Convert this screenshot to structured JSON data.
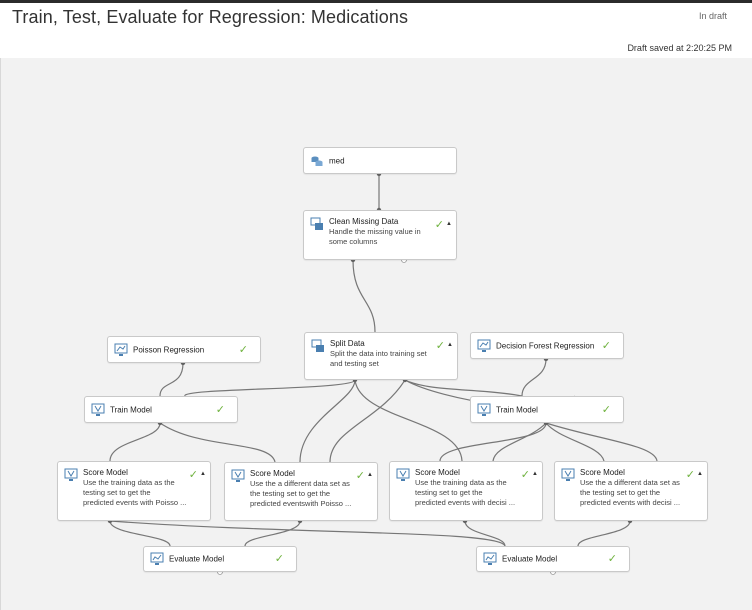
{
  "header": {
    "title": "Train, Test, Evaluate for Regression: Medications",
    "status": "In draft",
    "saved": "Draft saved at 2:20:25 PM"
  },
  "colors": {
    "check": "#6fb23e",
    "wire": "#777777",
    "accent": "#4a8fc9"
  },
  "modules": {
    "med": {
      "name": "med",
      "icon": "dataset-icon"
    },
    "clean": {
      "name": "Clean Missing Data",
      "desc": "Handle the missing value in\nsome columns",
      "icon": "clean-data-icon"
    },
    "poisson": {
      "name": "Poisson Regression",
      "icon": "model-icon"
    },
    "split": {
      "name": "Split Data",
      "desc": "Split the data into training set\nand testing set",
      "icon": "split-icon"
    },
    "forest": {
      "name": "Decision Forest Regression",
      "icon": "model-icon"
    },
    "train1": {
      "name": "Train Model",
      "icon": "train-icon"
    },
    "train2": {
      "name": "Train Model",
      "icon": "train-icon"
    },
    "score1": {
      "name": "Score Model",
      "desc": "Use the training data as the\ntesting set to get the\npredicted events with Poisso ...",
      "icon": "score-icon"
    },
    "score2": {
      "name": "Score Model",
      "desc": "Use the a different data set as\nthe testing set to get the\npredicted eventswith Poisso ...",
      "icon": "score-icon"
    },
    "score3": {
      "name": "Score Model",
      "desc": "Use the training data as the\ntesting set to get the\npredicted events with decisi ...",
      "icon": "score-icon"
    },
    "score4": {
      "name": "Score Model",
      "desc": "Use the a different data set as\nthe testing set to get the\npredicted events with decisi ...",
      "icon": "score-icon"
    },
    "eval1": {
      "name": "Evaluate Model",
      "icon": "evaluate-icon"
    },
    "eval2": {
      "name": "Evaluate Model",
      "icon": "evaluate-icon"
    }
  },
  "check_glyph": "✓",
  "caret_glyph": "▲"
}
